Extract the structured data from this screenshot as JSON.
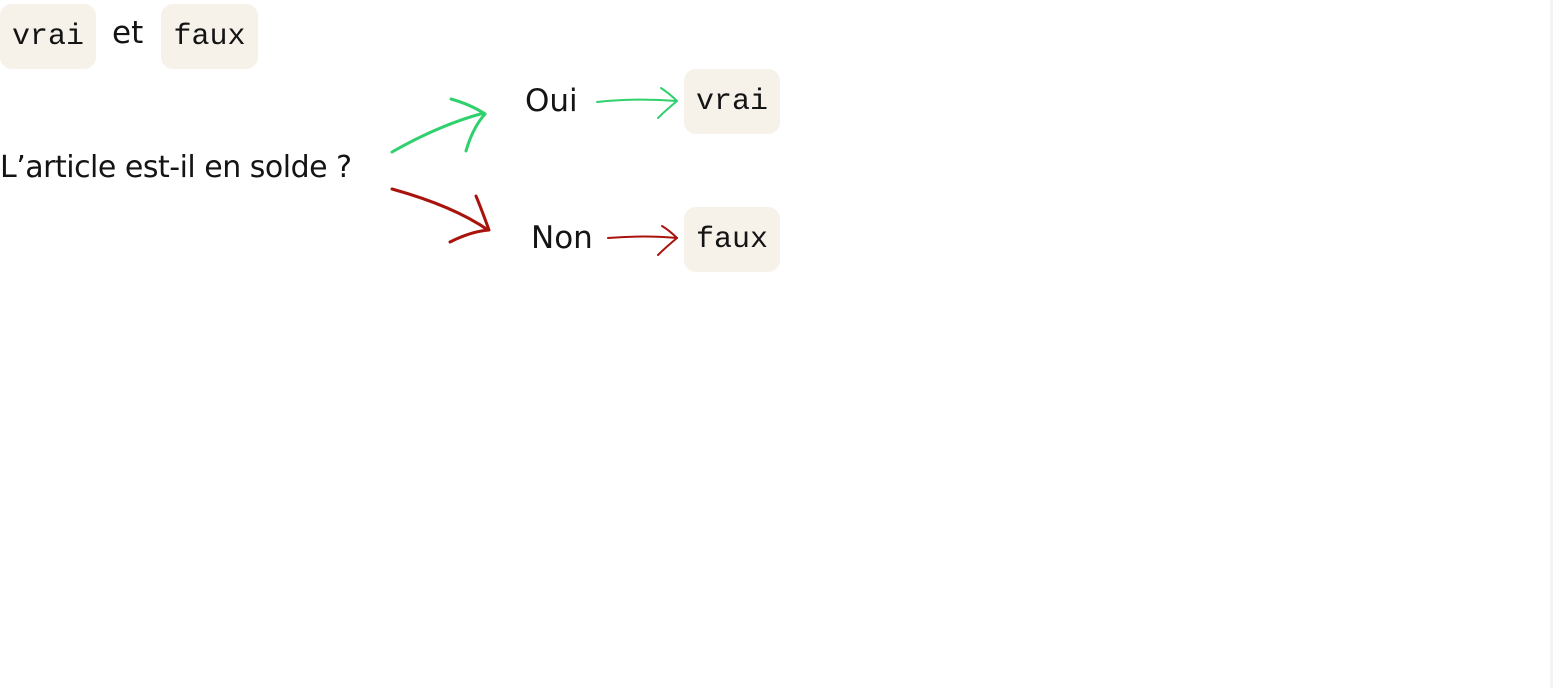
{
  "heading": {
    "true_keyword": "vrai",
    "connector": "et",
    "false_keyword": "faux"
  },
  "diagram": {
    "question": "L’article est-il en solde ?",
    "yes_branch": {
      "answer": "Oui",
      "result": "vrai",
      "color": "#2fd06d"
    },
    "no_branch": {
      "answer": "Non",
      "result": "faux",
      "color": "#a8140d"
    }
  }
}
